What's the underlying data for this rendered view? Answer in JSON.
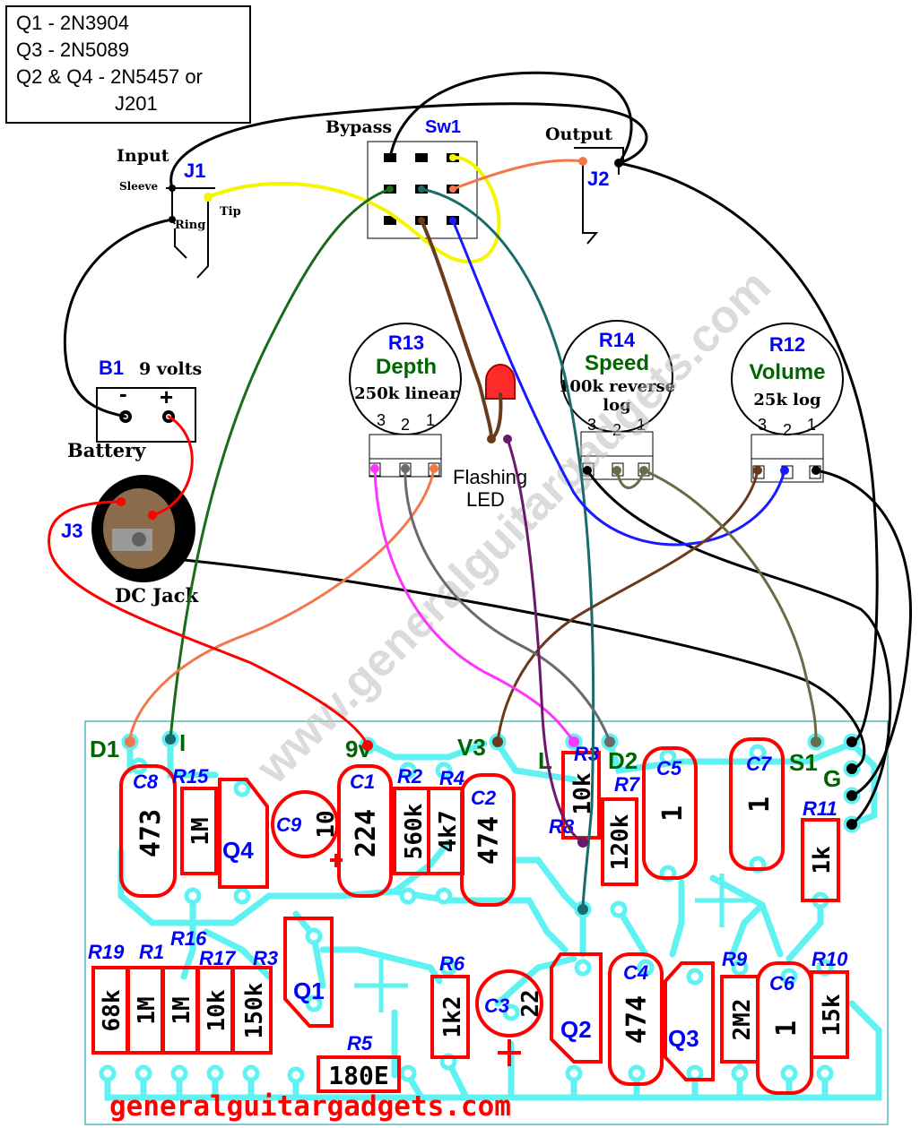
{
  "transistor_key": {
    "lines": [
      "Q1 - 2N3904",
      "Q3 - 2N5089",
      "Q2 & Q4 - 2N5457 or",
      "J201"
    ]
  },
  "offboard": {
    "bypass": "Bypass",
    "sw1": "Sw1",
    "output": "Output",
    "j2": "J2",
    "input": "Input",
    "j1": "J1",
    "sleeve": "Sleeve",
    "tip": "Tip",
    "ring": "Ring",
    "b1": "B1",
    "nine_volts": "9 volts",
    "battery_minus": "-",
    "battery_plus": "+",
    "battery": "Battery",
    "j3": "J3",
    "dc_jack": "DC Jack",
    "flashing_led": [
      "Flashing",
      "LED"
    ]
  },
  "pots": [
    {
      "ref": "R13",
      "name": "Depth",
      "value": "250k  linear",
      "pins": [
        "3",
        "2",
        "1"
      ]
    },
    {
      "ref": "R14",
      "name": "Speed",
      "value": "100k reverse",
      "value2": "log",
      "pins": [
        "3",
        "2",
        "1"
      ]
    },
    {
      "ref": "R12",
      "name": "Volume",
      "value": "25k  log",
      "pins": [
        "3",
        "2",
        "1"
      ]
    }
  ],
  "pads": {
    "d1": "D1",
    "i": "I",
    "nine_v": "9v",
    "v3": "V3",
    "l": "L",
    "d2": "D2",
    "s1": "S1",
    "g": "G"
  },
  "components": {
    "c8": {
      "ref": "C8",
      "value": "473"
    },
    "r15": {
      "ref": "R15",
      "value": "1M"
    },
    "q4": {
      "ref": "Q4"
    },
    "c9": {
      "ref": "C9",
      "value": "10"
    },
    "c1": {
      "ref": "C1",
      "value": "224"
    },
    "r2": {
      "ref": "R2",
      "value": "560k"
    },
    "r4": {
      "ref": "R4",
      "value": "4k7"
    },
    "c2": {
      "ref": "C2",
      "value": "474"
    },
    "r3_top": {
      "ref": "R3",
      "value": "10k"
    },
    "r8": {
      "ref": "R8"
    },
    "r7": {
      "ref": "R7",
      "value": "120k"
    },
    "c5": {
      "ref": "C5",
      "value": "1"
    },
    "c7": {
      "ref": "C7",
      "value": "1"
    },
    "r11": {
      "ref": "R11",
      "value": "1k"
    },
    "r19": {
      "ref": "R19",
      "value": "68k"
    },
    "r1": {
      "ref": "R1",
      "value": "1M"
    },
    "r16": {
      "ref": "R16",
      "value": "1M"
    },
    "r17": {
      "ref": "R17",
      "value": "10k"
    },
    "r3": {
      "ref": "R3",
      "value": "150k"
    },
    "q1": {
      "ref": "Q1"
    },
    "r6": {
      "ref": "R6",
      "value": "1k2"
    },
    "c3": {
      "ref": "C3",
      "value": "22"
    },
    "q2": {
      "ref": "Q2"
    },
    "c4": {
      "ref": "C4",
      "value": "474"
    },
    "q3": {
      "ref": "Q3"
    },
    "r9": {
      "ref": "R9",
      "value": "2M2"
    },
    "c6": {
      "ref": "C6",
      "value": "1"
    },
    "r10": {
      "ref": "R10",
      "value": "15k"
    },
    "r5": {
      "ref": "R5",
      "value": "180E"
    }
  },
  "watermark": "www.generalguitargadgets.com",
  "footer": "generalguitargadgets.com",
  "colors": {
    "board_trace": "#5ff2f2",
    "component_outline": "#ff0000",
    "label_blue": "#0000ff",
    "label_green": "#006400",
    "wire_black": "#000000",
    "wire_green": "#1a6b1a",
    "wire_yellow": "#f5f500",
    "wire_orange": "#f2784a",
    "wire_teal": "#1a6b6b",
    "wire_brown": "#6b3a1a",
    "wire_blue": "#1a1aff",
    "wire_red": "#ff0000",
    "wire_magenta": "#ff33ff",
    "wire_gray": "#6b6b6b",
    "wire_purple": "#6b1a6b",
    "wire_olive": "#6b6b4a"
  }
}
